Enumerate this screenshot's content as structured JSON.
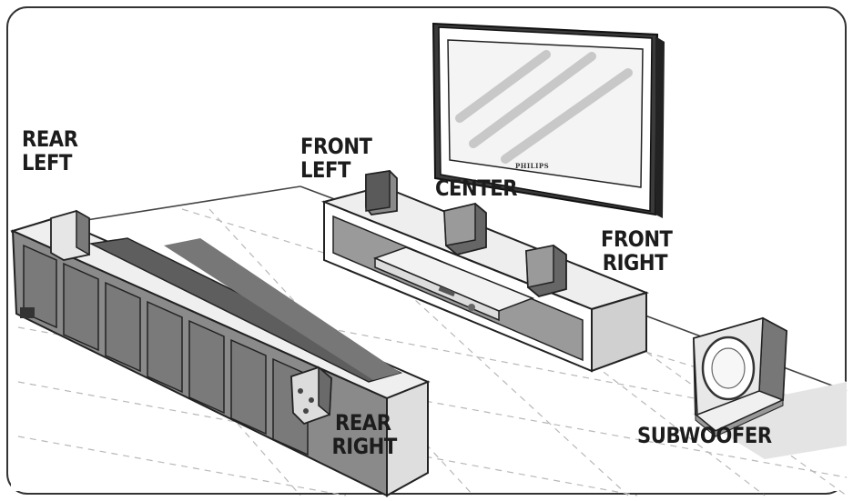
{
  "labels": {
    "rear_left": [
      "REAR",
      "LEFT"
    ],
    "front_left": [
      "FRONT",
      "LEFT"
    ],
    "center": "CENTER",
    "front_right": [
      "FRONT",
      "RIGHT"
    ],
    "rear_right": [
      "REAR",
      "RIGHT"
    ],
    "subwoofer": "SUBWOOFER"
  },
  "tv": {
    "brand": "PHILIPS"
  },
  "colors": {
    "frame_border": "#333333",
    "floor": "#ffffff",
    "grid_line": "#bdbdbd",
    "cabinet_light": "#e6e6e6",
    "cabinet_dark": "#7a7a7a",
    "panel": "#8c8c8c",
    "speaker_dark": "#5a5a5a",
    "speaker_light": "#e0e0e0"
  }
}
